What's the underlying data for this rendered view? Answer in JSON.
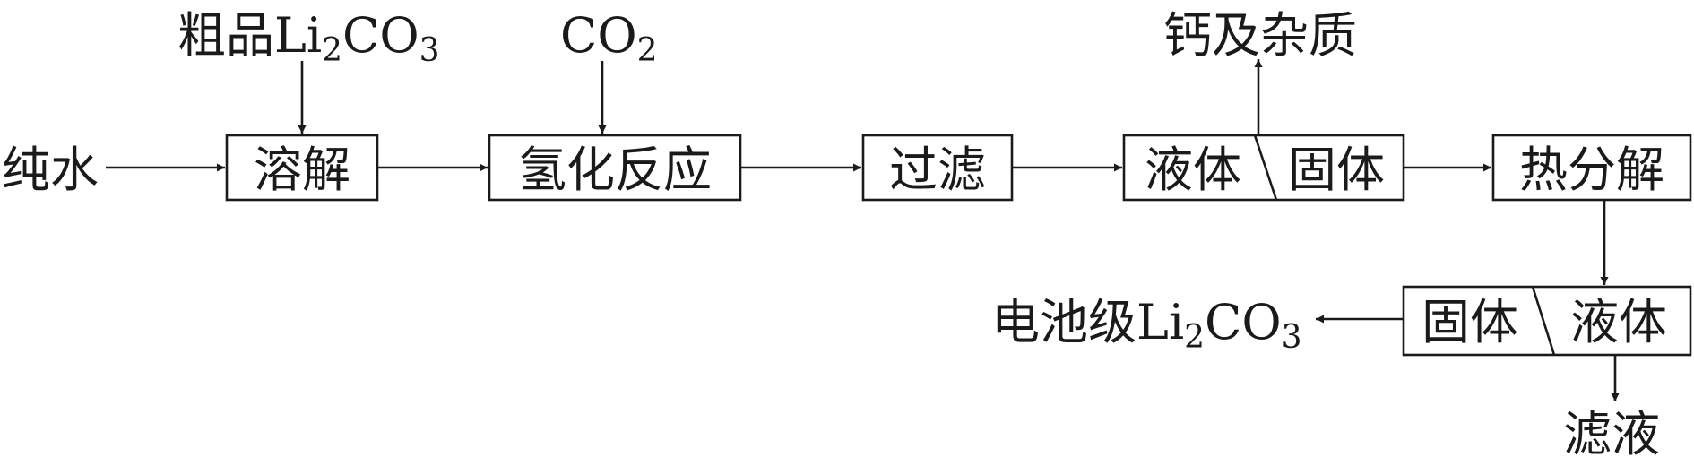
{
  "inputs": {
    "pure_water": "纯水",
    "crude_prefix": "粗品Li",
    "crude_sub1": "2",
    "crude_mid": "CO",
    "crude_sub2": "3",
    "co2_main": "CO",
    "co2_sub": "2"
  },
  "steps": {
    "dissolve": "溶解",
    "hydrogenation": "氢化反应",
    "filter": "过滤",
    "split1_liquid": "液体",
    "split1_solid": "固体",
    "thermal": "热分解",
    "split2_solid": "固体",
    "split2_liquid": "液体"
  },
  "outputs": {
    "impurities": "钙及杂质",
    "battery_prefix": "电池级Li",
    "battery_sub1": "2",
    "battery_mid": "CO",
    "battery_sub2": "3",
    "filtrate": "滤液"
  }
}
